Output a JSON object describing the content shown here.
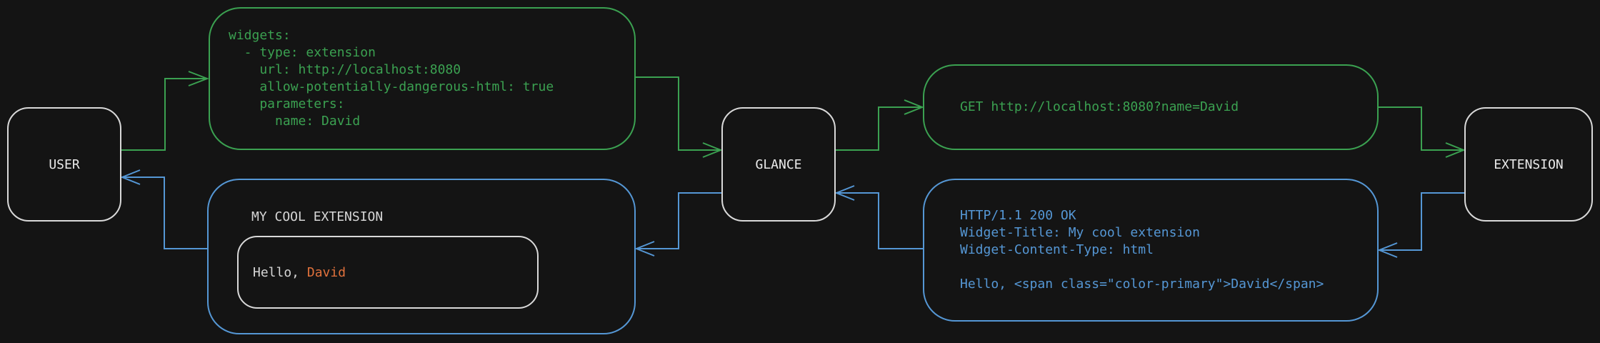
{
  "colors": {
    "background": "#141414",
    "green": "#3ba151",
    "blue": "#5597d5",
    "orange": "#e0713c",
    "box_border": "#d9d9d9",
    "text": "#eaeaea"
  },
  "nodes": {
    "user": {
      "label": "USER"
    },
    "glance": {
      "label": "GLANCE"
    },
    "extension": {
      "label": "EXTENSION"
    }
  },
  "config_box": {
    "lines": [
      "widgets:",
      "  - type: extension",
      "    url: http://localhost:8080",
      "    allow-potentially-dangerous-html: true",
      "    parameters:",
      "      name: David"
    ]
  },
  "request_box": {
    "text": "GET http://localhost:8080?name=David"
  },
  "response_box": {
    "lines": [
      "HTTP/1.1 200 OK",
      "Widget-Title: My cool extension",
      "Widget-Content-Type: html",
      "",
      "Hello, <span class=\"color-primary\">David</span>"
    ]
  },
  "widget_box": {
    "title": "MY COOL EXTENSION",
    "greeting_prefix": "Hello, ",
    "greeting_name": "David"
  }
}
